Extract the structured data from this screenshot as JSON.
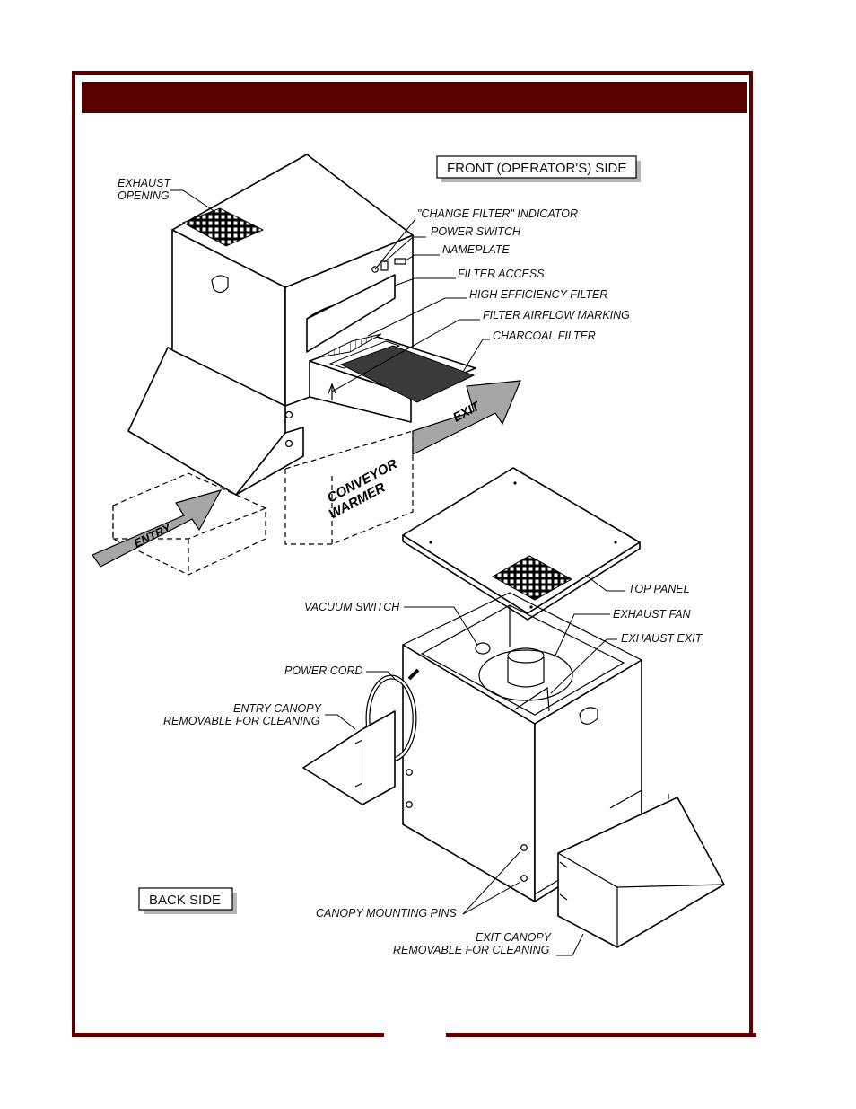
{
  "labels": {
    "front_side": "FRONT (OPERATOR'S) SIDE",
    "back_side": "BACK SIDE",
    "exhaust_opening_1": "EXHAUST",
    "exhaust_opening_2": "OPENING",
    "change_filter_indicator": "\"CHANGE FILTER\" INDICATOR",
    "power_switch": "POWER SWITCH",
    "nameplate": "NAMEPLATE",
    "filter_access": "FILTER ACCESS",
    "high_efficiency_filter": "HIGH EFFICIENCY FILTER",
    "filter_airflow_marking": "FILTER AIRFLOW MARKING",
    "charcoal_filter": "CHARCOAL FILTER",
    "exit_arrow": "EXIT",
    "entry_arrow": "ENTRY",
    "conveyor_warmer_1": "CONVEYOR",
    "conveyor_warmer_2": "WARMER",
    "top_panel": "TOP PANEL",
    "vacuum_switch": "VACUUM SWITCH",
    "exhaust_fan": "EXHAUST FAN",
    "exhaust_exit": "EXHAUST EXIT",
    "power_cord": "POWER CORD",
    "entry_canopy_1": "ENTRY CANOPY",
    "entry_canopy_2": "REMOVABLE FOR CLEANING",
    "canopy_mounting_pins": "CANOPY MOUNTING PINS",
    "exit_canopy_1": "EXIT CANOPY",
    "exit_canopy_2": "REMOVABLE FOR CLEANING"
  },
  "colors": {
    "frame": "#5a0000",
    "arrow_fill": "#a6a6a6",
    "filter_dark": "#3a3a3a",
    "label_shadow": "#b5b5b5"
  }
}
